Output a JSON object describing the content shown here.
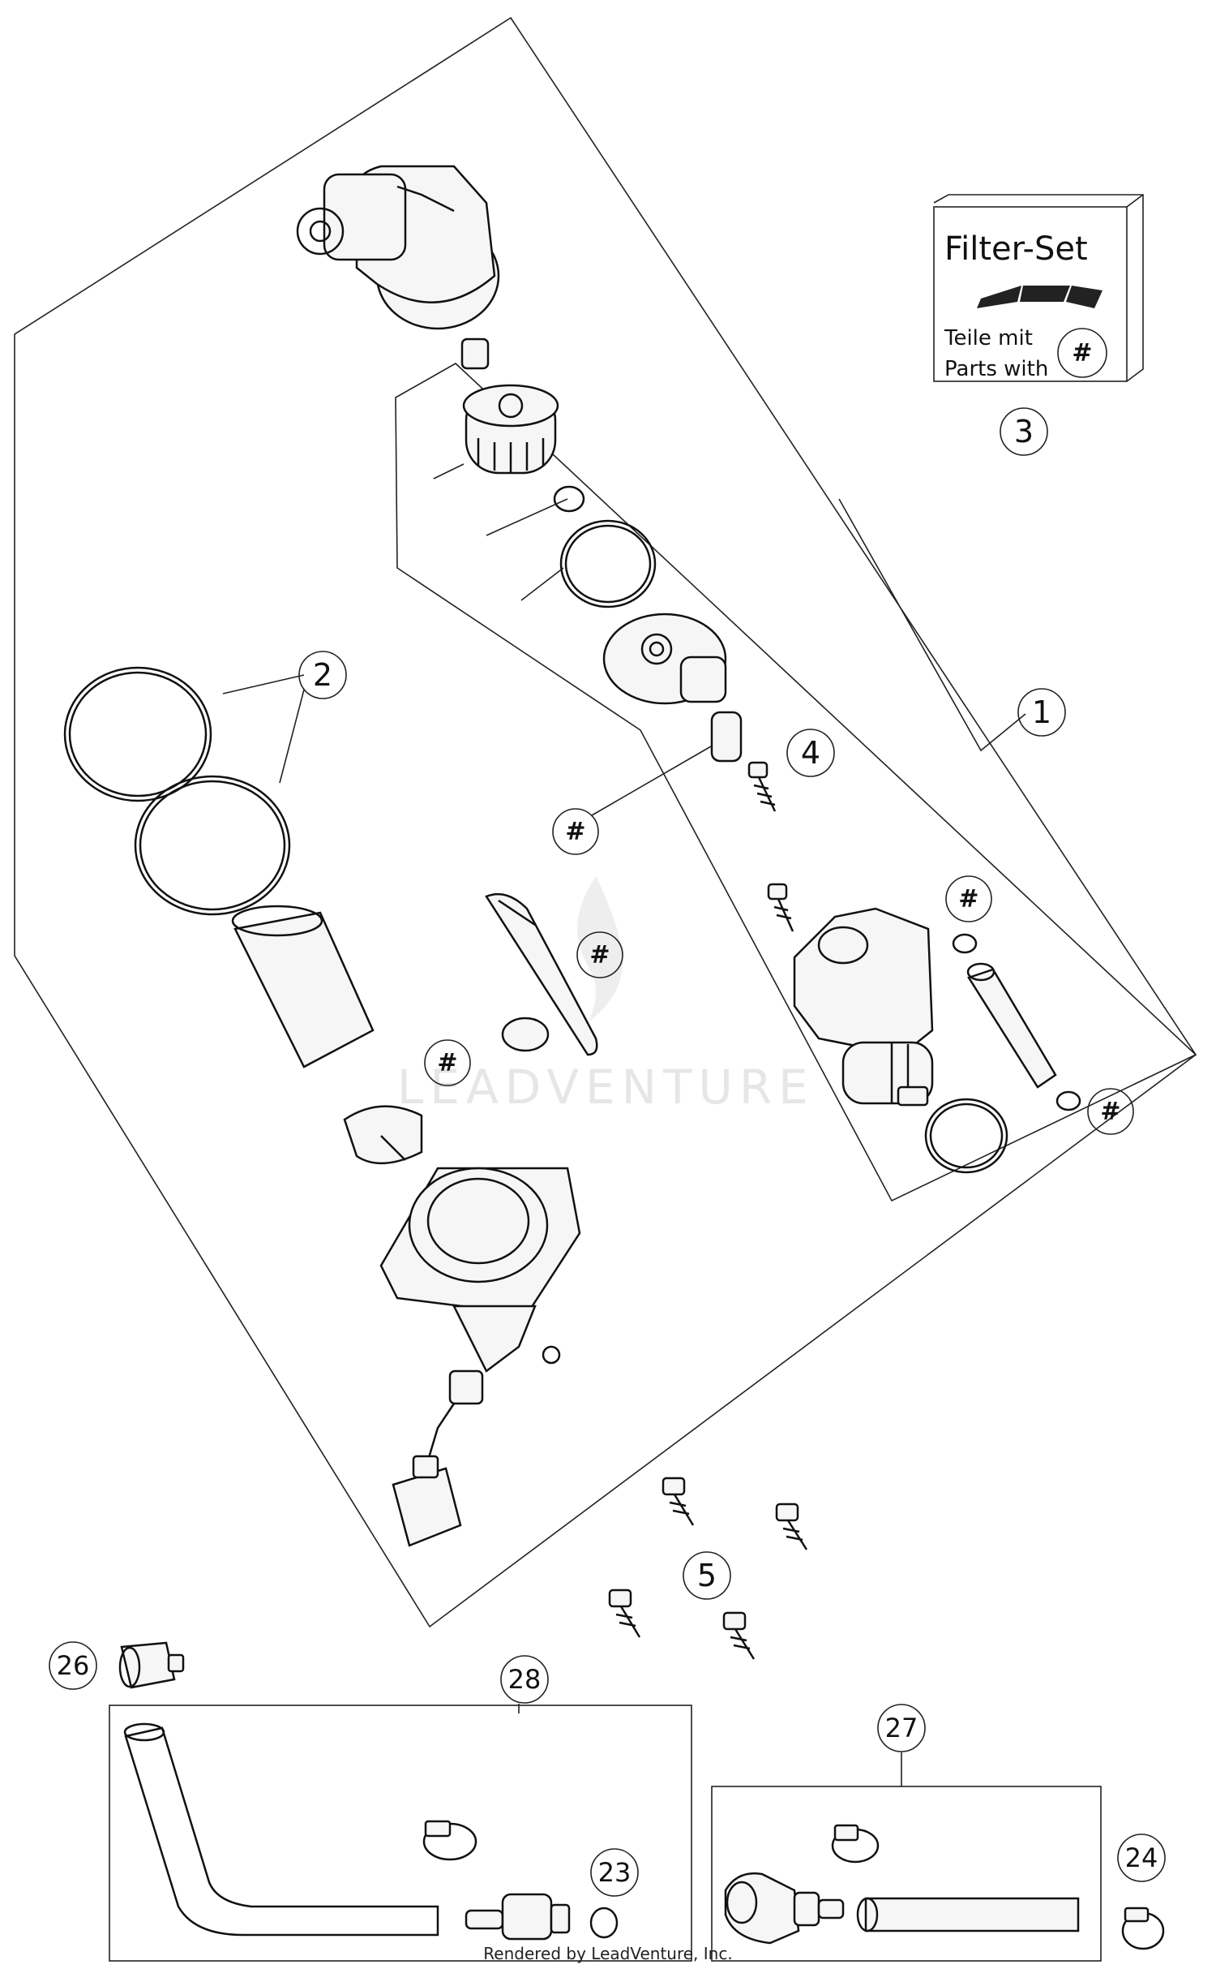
{
  "callouts": {
    "c1": "1",
    "c2": "2",
    "c3": "3",
    "c4": "4",
    "c5": "5",
    "c23": "23",
    "c24": "24",
    "c26": "26",
    "c27": "27",
    "c28": "28"
  },
  "hash_symbol": "#",
  "filter_set": {
    "title": "Filter-Set",
    "line1": "Teile mit",
    "line2": "Parts with",
    "symbol": "#",
    "brand_logo": "ktm-logo"
  },
  "watermark": "LEADVENTURE",
  "footer": "Rendered by LeadVenture, Inc."
}
